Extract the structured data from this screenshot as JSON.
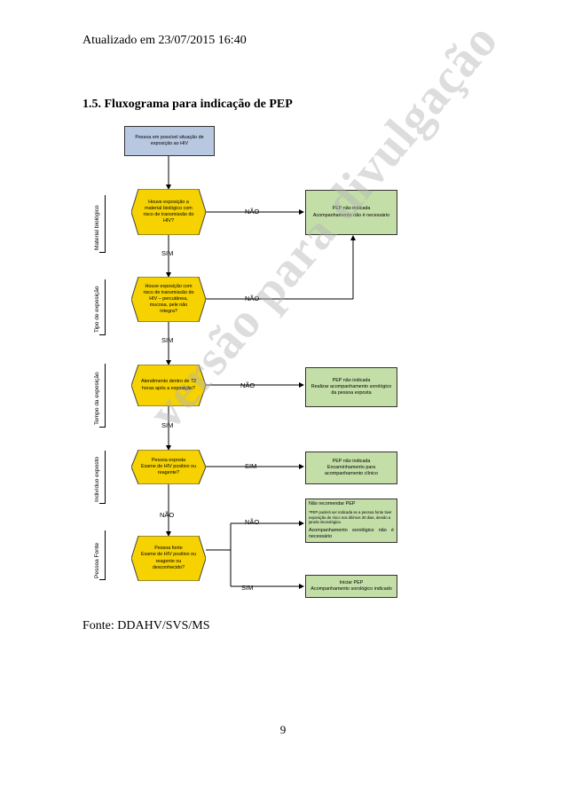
{
  "header": {
    "updated": "Atualizado em 23/07/2015 16:40"
  },
  "section": {
    "title": "1.5. Fluxograma para indicação de PEP"
  },
  "watermark": "versão para divulgação",
  "lanes": [
    "Material biológico",
    "Tipo de exposição",
    "Tempo da exposição",
    "Indivíduo exposto",
    "Pessoa Fonte"
  ],
  "flow": {
    "start": [
      "Pessoa em possível situação de",
      "exposição ao HIV"
    ],
    "q1": [
      "Houve exposição a",
      "material biológico com",
      "risco de transmissão do",
      "HIV?"
    ],
    "q2": [
      "Houve exposição com",
      "risco de transmissão do",
      "HIV – percutânea,",
      "mucosa, pele não",
      "íntegra?"
    ],
    "q3": [
      "Atendimento dentro de 72",
      "horas após a exposição?"
    ],
    "q4": [
      "Pessoa exposta",
      "Exame de HIV positivo ou",
      "reagente?"
    ],
    "q5": [
      "Pessoa fonte",
      "Exame de HIV positivo ou",
      "reagente ou desconhecido?"
    ],
    "r1": [
      "PEP não indicada",
      "Acompanhamento não é necessário"
    ],
    "r3": [
      "PEP não indicada",
      "Realizar acompanhamento sorológico",
      "da pessoa exposta"
    ],
    "r4": [
      "PEP não indicada",
      "Encaminhamento para",
      "acompanhamento clínico"
    ],
    "r5": {
      "line1": "Não recomendar PEP",
      "line2": "*PEP poderá ser indicada se a pessoa fonte tiver exposição de risco nos últimos 30 dias, devido a janela imunológica.",
      "line3a": "Acompanhamento",
      "line3b": "sorológico",
      "line3c": "não",
      "line3d": "é",
      "line4": "necessário"
    },
    "r6": [
      "Iniciar PEP",
      "Acompanhamento sorológico indicado"
    ],
    "labels": {
      "nao1": "NÃO",
      "sim1": "SIM",
      "nao2": "NÃO",
      "sim2": "SIM",
      "nao3": "NÃO",
      "sim3": "SIM",
      "sim4": "SIM",
      "nao4": "NÃO",
      "nao5": "NÃO",
      "sim5": "SIM"
    }
  },
  "footer": {
    "source": "Fonte: DDAHV/SVS/MS",
    "page_number": "9"
  }
}
